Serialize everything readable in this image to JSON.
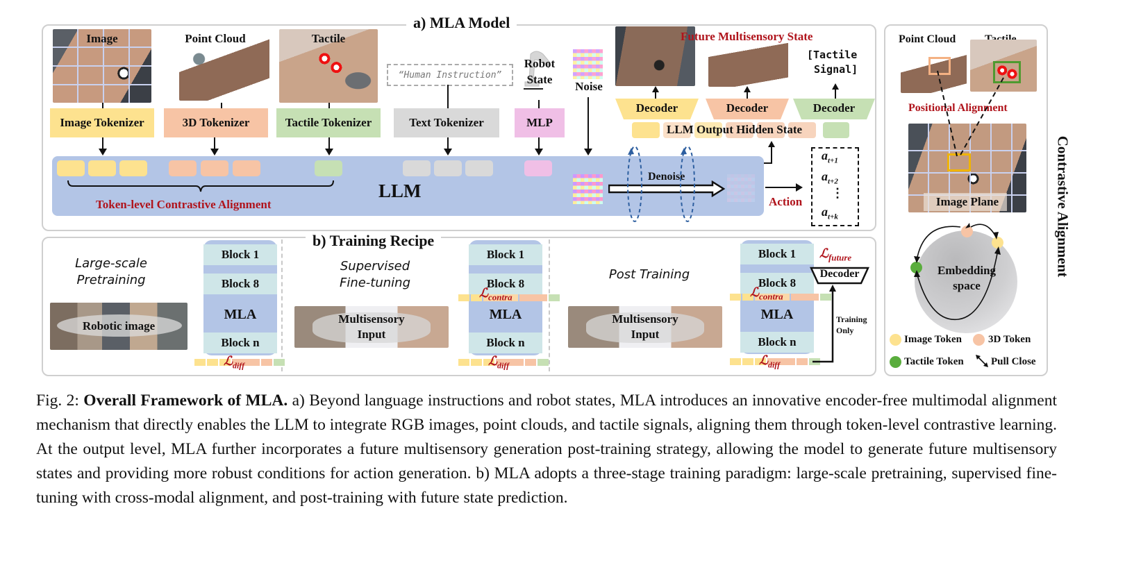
{
  "figure": {
    "section_a_title": "a) MLA Model",
    "section_b_title": "b) Training Recipe",
    "side_title": "Contrastive Alignment"
  },
  "inputs": {
    "image_label": "Image",
    "point_cloud_label": "Point Cloud",
    "tactile_label": "Tactile",
    "human_instruction": "“Human Instruction”",
    "robot_state_line1": "Robot",
    "robot_state_line2": "State",
    "noise_label": "Noise"
  },
  "tokenizers": {
    "image": "Image Tokenizer",
    "three_d": "3D Tokenizer",
    "tactile": "Tactile Tokenizer",
    "text": "Text Tokenizer",
    "mlp": "MLP"
  },
  "llm": {
    "label": "LLM",
    "alignment_label": "Token-level Contrastive Alignment",
    "denoise_label": "Denoise",
    "action_label": "Action",
    "actions": [
      "a_{t+1}",
      "a_{t+2}",
      "⋮",
      "a_{t+k}"
    ]
  },
  "outputs": {
    "future_state_title": "Future Multisensory State",
    "tactile_signal_line1": "[Tactile",
    "tactile_signal_line2": "Signal]",
    "decoders": [
      "Decoder",
      "Decoder",
      "Decoder"
    ],
    "hidden_state_label": "LLM Output Hidden State"
  },
  "training": {
    "stages": [
      {
        "title_line1": "Large-scale",
        "title_line2": "Pretraining",
        "input_label": "Robotic image",
        "blocks": [
          "Block 1",
          "Block 8",
          "MLA",
          "Block n"
        ],
        "loss_diff": "ℒ",
        "loss_diff_sub": "diff"
      },
      {
        "title_line1": "Supervised",
        "title_line2": "Fine-tuning",
        "input_label_line1": "Multisensory",
        "input_label_line2": "Input",
        "blocks": [
          "Block 1",
          "Block 8",
          "MLA",
          "Block n"
        ],
        "loss_contra": "ℒ",
        "loss_contra_sub": "contra",
        "loss_diff": "ℒ",
        "loss_diff_sub": "diff"
      },
      {
        "title_line1": "Post Training",
        "input_label_line1": "Multisensory",
        "input_label_line2": "Input",
        "blocks": [
          "Block 1",
          "Block 8",
          "MLA",
          "Block n"
        ],
        "loss_contra": "ℒ",
        "loss_contra_sub": "contra",
        "loss_diff": "ℒ",
        "loss_diff_sub": "diff",
        "loss_future": "ℒ",
        "loss_future_sub": "future",
        "decoder_label": "Decoder",
        "training_only_line1": "Training",
        "training_only_line2": "Only"
      }
    ]
  },
  "contrastive": {
    "point_cloud_label": "Point Cloud",
    "tactile_label": "Tactile",
    "positional_alignment": "Positional Alignment",
    "image_plane": "Image Plane",
    "embedding_line1": "Embedding",
    "embedding_line2": "space",
    "legend": {
      "image_token": "Image Token",
      "three_d_token": "3D Token",
      "tactile_token": "Tactile Token",
      "pull_close": "Pull Close"
    }
  },
  "colors": {
    "image_token": "#fde28f",
    "three_d_token": "#f7c4a5",
    "tactile_token": "#c6e0b4",
    "text_token": "#d9d9d9",
    "mlp": "#f0bfe6",
    "llm_bar": "#b4c7e7",
    "accent_red": "#b0141c",
    "tactile_dot": "#5aad3d"
  },
  "caption": {
    "prefix": "Fig. 2: ",
    "bold_title": "Overall Framework of MLA.",
    "body": " a) Beyond language instructions and robot states, MLA introduces an innovative encoder-free multimodal alignment mechanism that directly enables the LLM to integrate RGB images, point clouds, and tactile signals, aligning them through token-level contrastive learning. At the output level, MLA further incorporates a future multisensory generation post-training strategy, allowing the model to generate future multisensory states and providing more robust conditions for action generation. b) MLA adopts a three-stage training paradigm: large-scale pretraining, supervised fine-tuning with cross-modal alignment, and post-training with future state prediction."
  }
}
